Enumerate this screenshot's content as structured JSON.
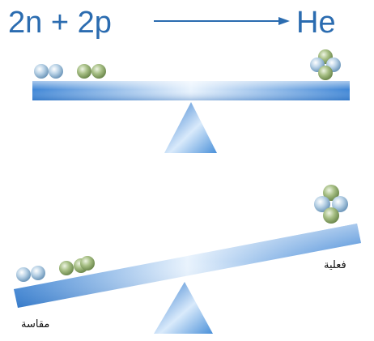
{
  "equation": {
    "reactants": "2n + 2p",
    "product": "He"
  },
  "balance_equal": {
    "left_label": "",
    "right_label": ""
  },
  "balance_tilted": {
    "label_measured": "مقاسة",
    "label_actual": "فعلية"
  },
  "colors": {
    "equation_text": "#2b6cb0",
    "beam": "#3f86d6",
    "beam_highlight": "#e9f3fd",
    "fulcrum": "#4a90d9",
    "neutron": "#8fb3cf",
    "proton": "#8aa56a"
  },
  "particles": {
    "top_left": [
      "neutron",
      "neutron",
      "proton",
      "proton"
    ],
    "top_right_cluster": [
      "proton",
      "neutron",
      "neutron",
      "proton"
    ],
    "bottom_left": [
      "neutron",
      "neutron",
      "proton",
      "proton"
    ],
    "bottom_right_cluster": [
      "proton",
      "neutron",
      "neutron",
      "proton"
    ]
  }
}
